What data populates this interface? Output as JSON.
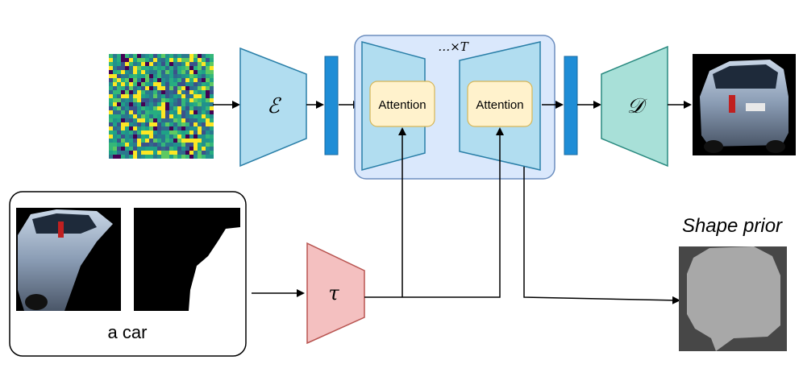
{
  "unet": {
    "repeat_label": "…×T",
    "attention_left": "Attention",
    "attention_right": "Attention"
  },
  "encoder": {
    "symbol": "ℰ"
  },
  "decoder": {
    "symbol": "𝒟"
  },
  "conditioner": {
    "symbol": "τ"
  },
  "condition_box": {
    "caption": "a car"
  },
  "shape_prior": {
    "title": "Shape prior"
  },
  "colors": {
    "encoder_fill": "#b1ddf0",
    "encoder_stroke": "#2a7fa8",
    "decoder_fill": "#a8e0d8",
    "decoder_stroke": "#2a8a80",
    "latent_fill": "#1f8dd6",
    "unet_panel_fill": "#dae8fc",
    "unet_panel_stroke": "#6c8ebf",
    "attention_fill": "#fff2cc",
    "attention_stroke": "#d6b656",
    "tau_fill": "#f4c0c0",
    "tau_stroke": "#b85450"
  }
}
